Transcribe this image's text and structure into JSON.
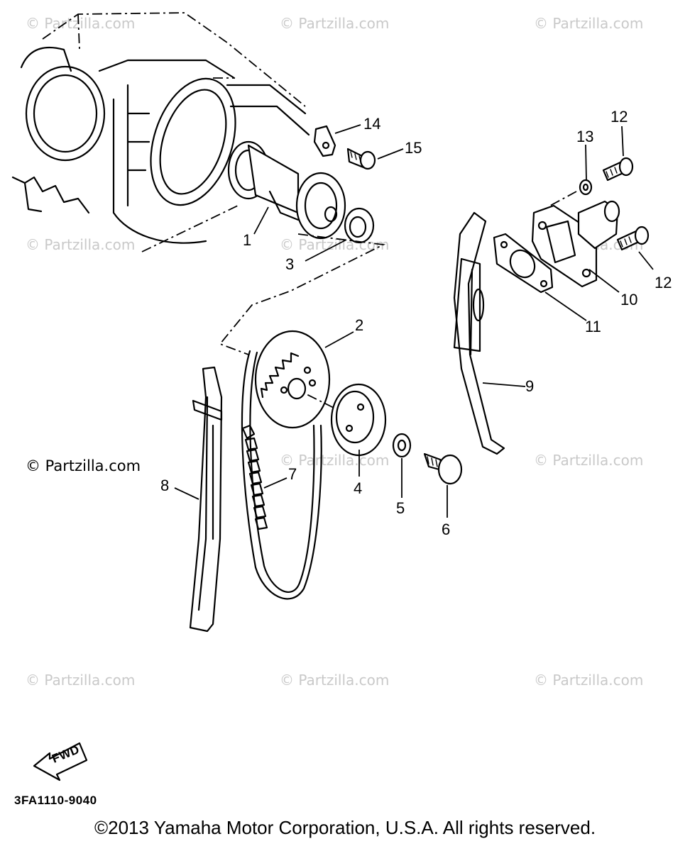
{
  "watermark": "© Partzilla.com",
  "callouts": {
    "p1": "1",
    "p2": "2",
    "p3": "3",
    "p4": "4",
    "p5": "5",
    "p6": "6",
    "p7": "7",
    "p8": "8",
    "p9": "9",
    "p10": "10",
    "p11": "11",
    "p12a": "12",
    "p12b": "12",
    "p13": "13",
    "p14": "14",
    "p15": "15"
  },
  "fwd_label": "FWD",
  "diagram_code": "3FA1110-9040",
  "copyright": "©2013 Yamaha Motor Corporation, U.S.A. All rights reserved."
}
